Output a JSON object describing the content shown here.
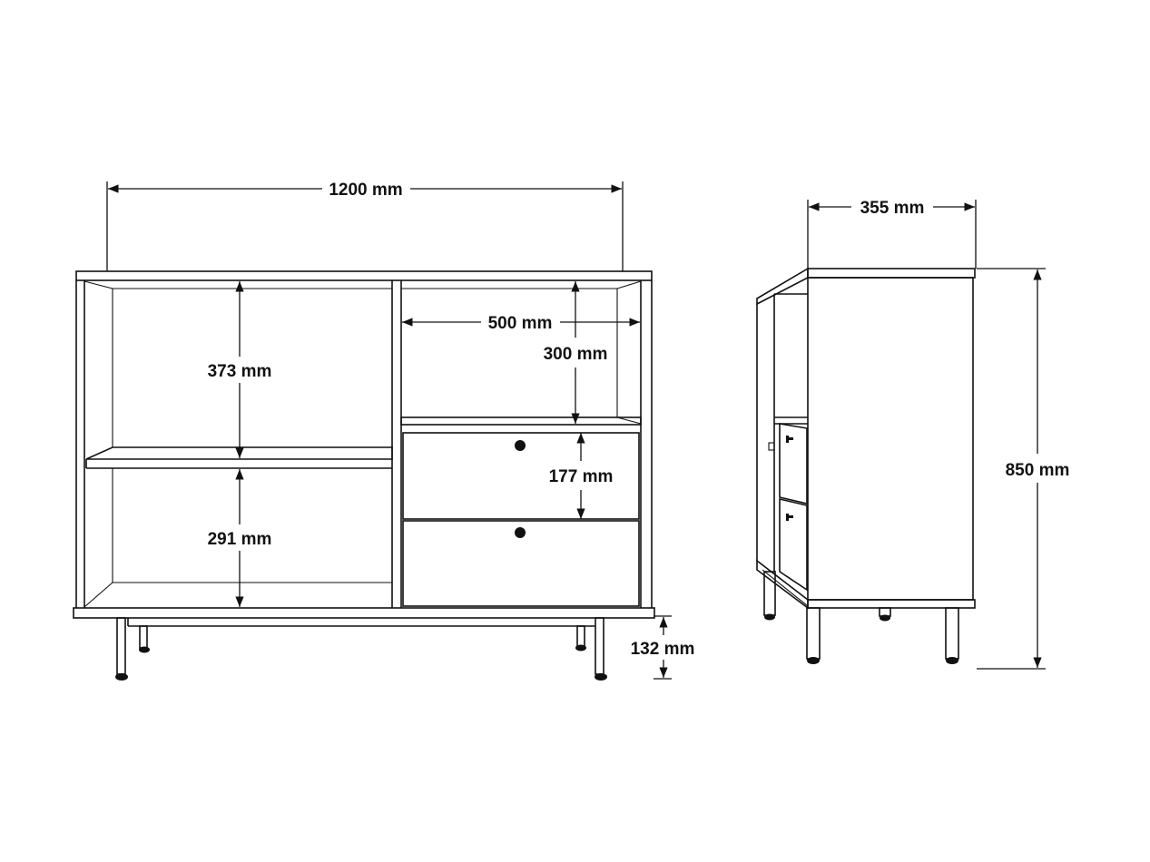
{
  "diagram": {
    "type": "furniture dimension drawing",
    "views": [
      "front",
      "side"
    ],
    "front_view": {
      "overall_width": "1200 mm",
      "left_upper_shelf_height": "373 mm",
      "left_lower_shelf_height": "291 mm",
      "right_niche_width": "500 mm",
      "right_niche_height": "300 mm",
      "drawer_height": "177 mm",
      "leg_height": "132 mm",
      "drawer_count": 2
    },
    "side_view": {
      "depth": "355 mm",
      "overall_height": "850 mm"
    }
  },
  "colors": {
    "line": "#111111",
    "background": "#ffffff"
  }
}
